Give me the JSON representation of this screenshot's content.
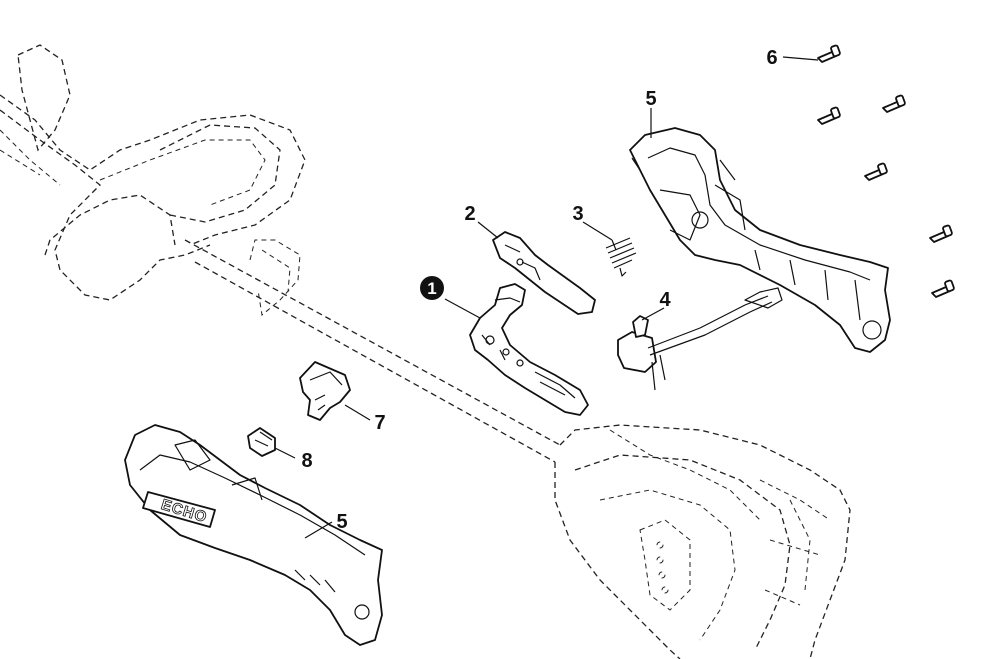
{
  "callouts": {
    "part_1": "1",
    "part_2": "2",
    "part_3": "3",
    "part_4": "4",
    "part_5_right": "5",
    "part_5_left": "5",
    "part_6": "6",
    "part_7": "7",
    "part_8": "8"
  },
  "brand_mark": "ECHO",
  "colors": {
    "line": "#111111",
    "background": "#ffffff"
  }
}
